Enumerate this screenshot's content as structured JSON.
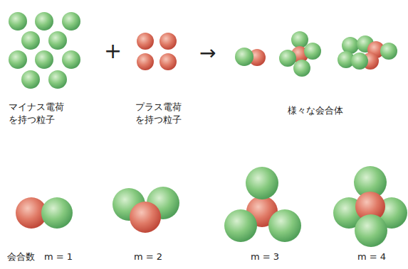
{
  "diagram": {
    "labels": [
      "マイナス電荷 を持つ粒子",
      "+",
      "プラス電荷 を持つ粒子",
      "→",
      "様々な会合体",
      "会合数　m = 1",
      "m = 2",
      "m = 3",
      "m = 4"
    ]
  }
}
